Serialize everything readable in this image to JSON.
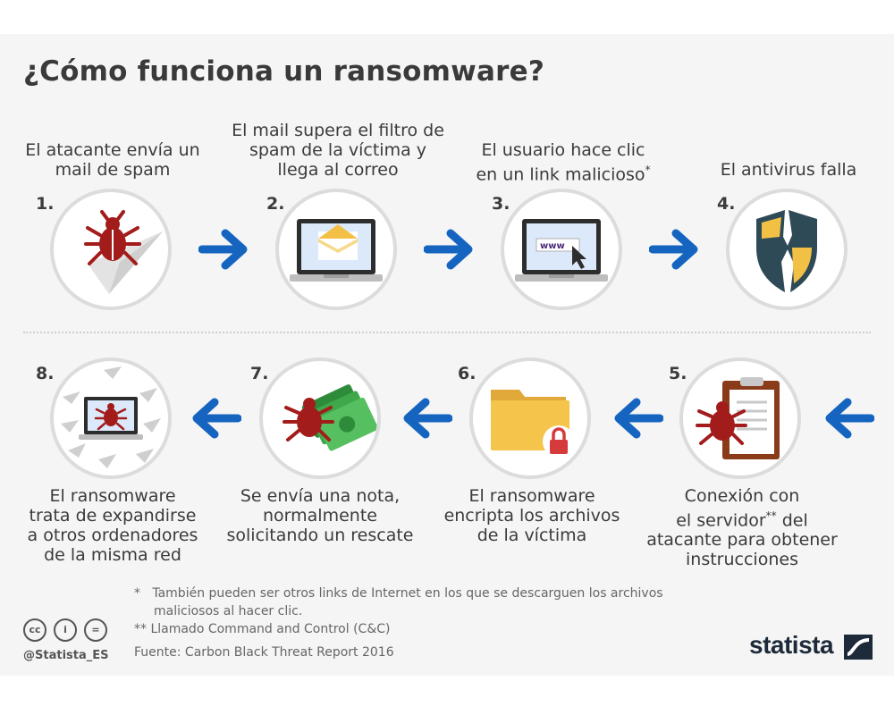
{
  "title": "¿Cómo funciona un ransomware?",
  "steps": [
    {
      "num": "1.",
      "caption": [
        "El atacante envía un",
        "mail de spam"
      ],
      "icon": "spam-mail-bug-icon"
    },
    {
      "num": "2.",
      "caption": [
        "El mail supera el filtro de",
        "spam de la víctima y",
        "llega al correo"
      ],
      "icon": "laptop-mail-icon"
    },
    {
      "num": "3.",
      "caption": [
        "El usuario hace clic",
        "en un link malicioso"
      ],
      "caption_mark": "*",
      "icon": "laptop-link-click-icon"
    },
    {
      "num": "4.",
      "caption": [
        "El antivirus falla"
      ],
      "icon": "broken-shield-icon"
    },
    {
      "num": "5.",
      "caption": [
        "Conexión con",
        "el servidor",
        "atacante para obtener",
        "instrucciones"
      ],
      "caption_mark": "**",
      "caption_after_mark": " del",
      "icon": "bug-clipboard-icon"
    },
    {
      "num": "6.",
      "caption": [
        "El ransomware",
        "encripta los archivos",
        "de la víctima"
      ],
      "icon": "locked-folder-icon"
    },
    {
      "num": "7.",
      "caption": [
        "Se envía una nota,",
        "normalmente",
        "solicitando un rescate"
      ],
      "icon": "bug-money-icon"
    },
    {
      "num": "8.",
      "caption": [
        "El ransomware",
        "trata de expandirse",
        "a otros ordenadores",
        "de la misma red"
      ],
      "icon": "laptop-spread-icon"
    }
  ],
  "footnotes": {
    "note1_mark": "*",
    "note1_line1": "También pueden ser otros links de Internet en los que se descarguen los archivos",
    "note1_line2": "maliciosos al hacer clic.",
    "note2": "** Llamado Command and Control (C&C)",
    "source": "Fuente: Carbon Black Threat Report 2016"
  },
  "license": {
    "cc": "cc",
    "by": "i",
    "nd": "="
  },
  "handle": "@Statista_ES",
  "logo": "statista",
  "colors": {
    "arrow": "#1565c0",
    "bug": "#a31c1c",
    "folder": "#f5c44a",
    "screen": "#dbe9fb"
  }
}
